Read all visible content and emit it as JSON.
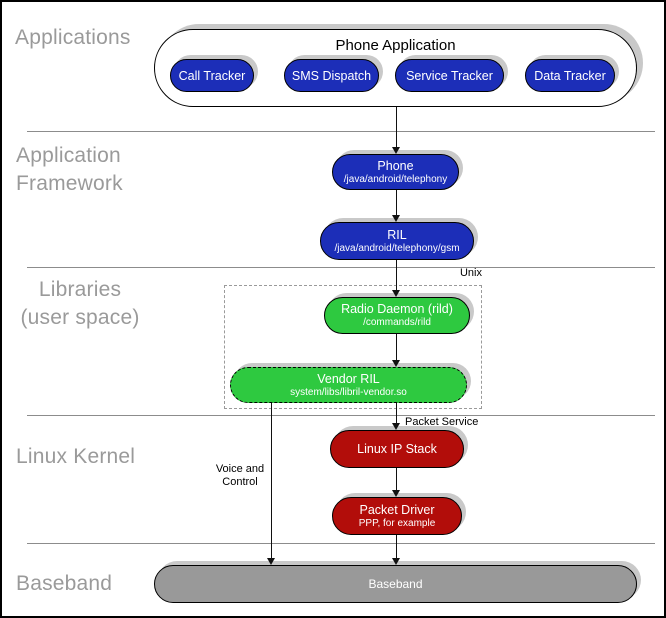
{
  "layers": {
    "applications": "Applications",
    "framework_line1": "Application",
    "framework_line2": "Framework",
    "libraries_line1": "Libraries",
    "libraries_line2": "(user space)",
    "kernel": "Linux Kernel",
    "baseband": "Baseband"
  },
  "phone_application": {
    "title": "Phone Application",
    "children": [
      "Call Tracker",
      "SMS Dispatch",
      "Service Tracker",
      "Data Tracker"
    ]
  },
  "nodes": {
    "phone": {
      "title": "Phone",
      "subtitle": "/java/android/telephony"
    },
    "ril": {
      "title": "RIL",
      "subtitle": "/java/android/telephony/gsm"
    },
    "radio_daemon": {
      "title": "Radio Daemon (rild)",
      "subtitle": "/commands/rild"
    },
    "vendor_ril": {
      "title": "Vendor RIL",
      "subtitle": "system/libs/libril-vendor.so"
    },
    "linux_ip_stack": {
      "title": "Linux IP Stack"
    },
    "packet_driver": {
      "title": "Packet Driver",
      "subtitle": "PPP, for example"
    },
    "baseband": {
      "title": "Baseband"
    }
  },
  "annotations": {
    "unix": "Unix",
    "packet_service": "Packet Service",
    "voice_line1": "Voice and",
    "voice_line2": "Control"
  },
  "colors": {
    "app_blue": "#1c2eb8",
    "lib_green": "#2ec940",
    "kernel_red": "#b20d0a",
    "baseband_gray": "#999999",
    "shadow_gray": "#c9c9c9",
    "label_gray": "#9a9a9a"
  }
}
